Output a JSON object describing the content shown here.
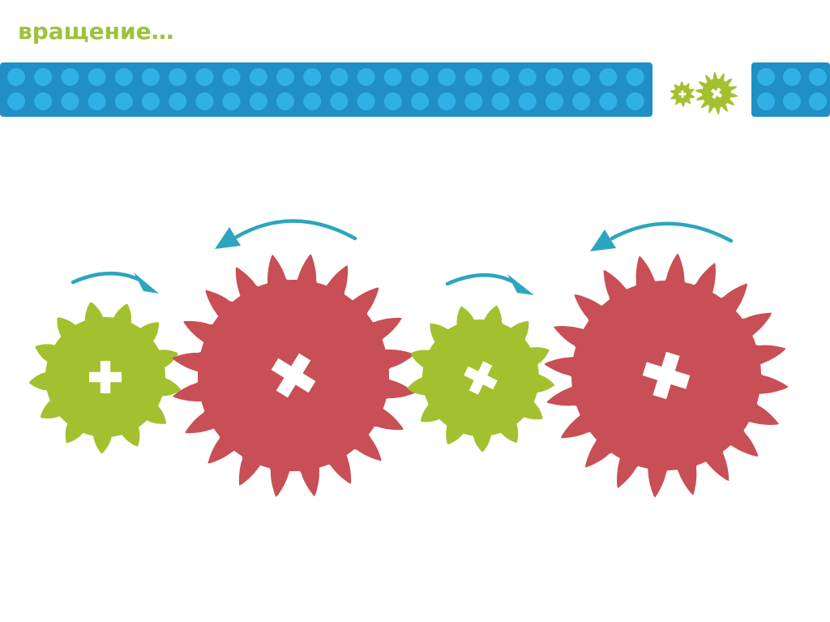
{
  "slide": {
    "title": "вращение…"
  },
  "colors": {
    "title": "#9bc33b",
    "brick": "#1f8fc5",
    "brick_stud": "#31b0e6",
    "gear_green": "#a3c02f",
    "gear_red": "#c84f55",
    "arrow": "#2ba6be",
    "hole": "#ffffff"
  },
  "icons": {
    "header_decoration": "twin-gears-icon",
    "axle_hole": "cross-axle-hole-icon",
    "rotation": "curved-arrow-icon"
  },
  "gear_train": [
    {
      "name": "gear-1",
      "color": "green",
      "teeth": 13,
      "rotation": "clockwise"
    },
    {
      "name": "gear-2",
      "color": "red",
      "teeth": 20,
      "rotation": "counterclockwise"
    },
    {
      "name": "gear-3",
      "color": "green",
      "teeth": 13,
      "rotation": "clockwise"
    },
    {
      "name": "gear-4",
      "color": "red",
      "teeth": 20,
      "rotation": "counterclockwise"
    }
  ]
}
